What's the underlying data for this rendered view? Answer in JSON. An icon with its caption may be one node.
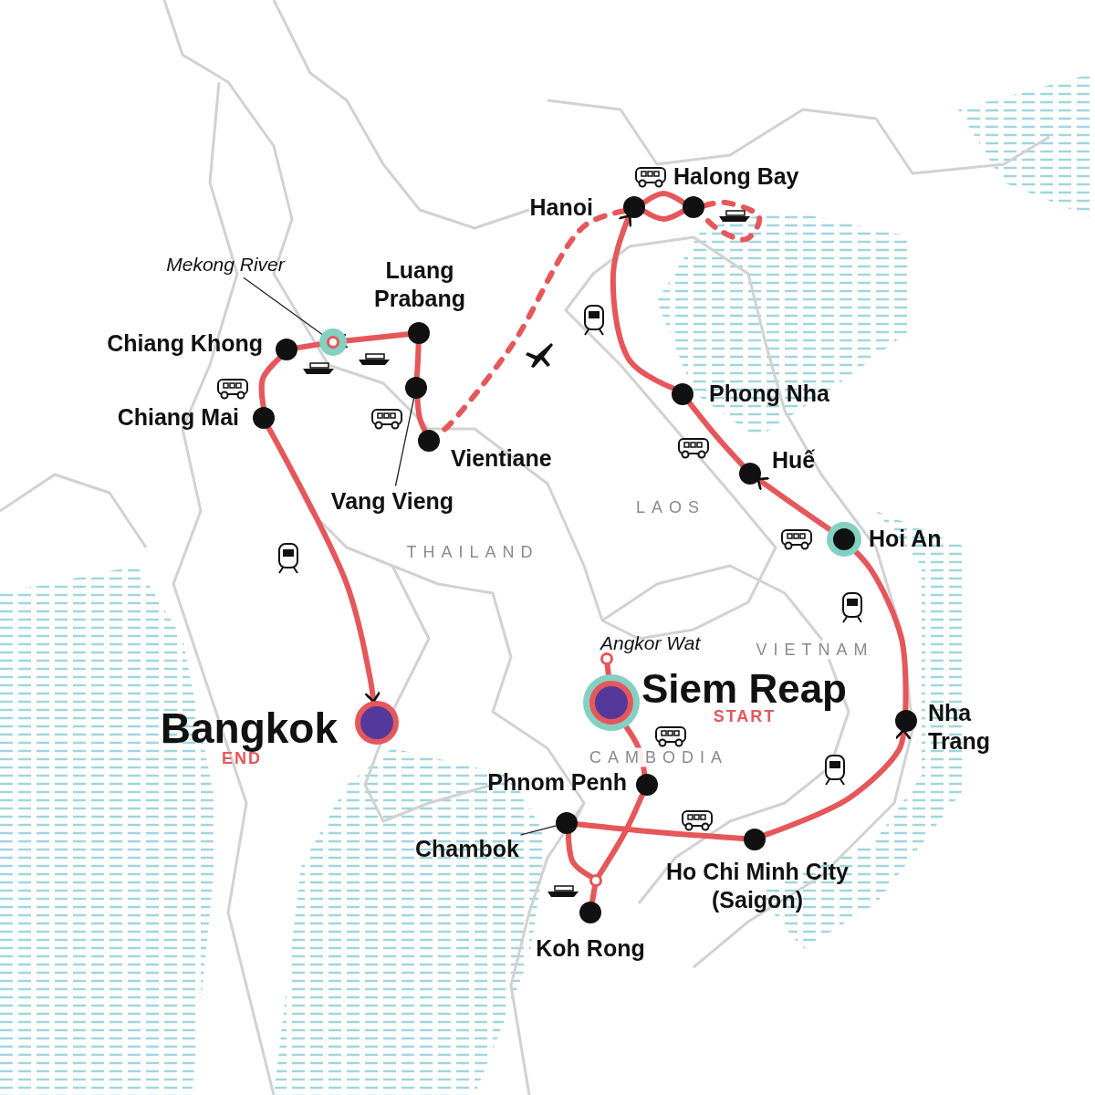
{
  "diagram": {
    "nodes": [
      {
        "text": [
          "Siem Reap"
        ]
      },
      {
        "text": [
          "Angkor Wat"
        ]
      },
      {
        "text": [
          "Phnom Penh"
        ]
      },
      {
        "text": [],
        "shape": "circle"
      },
      {
        "text": [
          "Koh Rong"
        ]
      },
      {
        "text": [],
        "shape": "circle"
      },
      {
        "text": [
          "Chambok"
        ]
      },
      {
        "text": [
          "Ho Chi Minh City (Saigon)"
        ]
      },
      {
        "text": [
          "Nha Trang"
        ]
      },
      {
        "text": [
          "Hoi An"
        ]
      },
      {
        "text": [
          "Huế"
        ]
      },
      {
        "text": [
          "Phong Nha"
        ]
      },
      {
        "text": [
          "Hanoi"
        ]
      },
      {
        "text": [
          "Halong Bay"
        ]
      },
      {
        "text": [
          "Vientiane"
        ]
      },
      {
        "text": [],
        "shape": "circle"
      },
      {
        "text": [
          "Vang Vieng"
        ]
      },
      {
        "text": [
          "Luang Prabang"
        ]
      },
      {
        "text": [],
        "shape": "circle"
      },
      {
        "text": [
          "Mekong River"
        ]
      },
      {
        "text": [
          "Chiang Khong"
        ]
      },
      {
        "text": [
          "Chiang Mai"
        ]
      },
      {
        "text": [
          "Bangkok"
        ]
      }
    ],
    "edges": [
      {
        "from": 0,
        "to": 1,
        "arrow": "none"
      },
      {
        "from": 0,
        "to": 2,
        "arrow": "none"
      },
      {
        "from": 2,
        "to": 3,
        "arrow": "none"
      },
      {
        "from": 3,
        "to": 4,
        "arrow": "none"
      },
      {
        "from": 3,
        "to": 5,
        "arrow": "none"
      },
      {
        "from": 5,
        "to": 7,
        "arrow": "none"
      },
      {
        "from": 7,
        "to": 8,
        "arrow": "to"
      },
      {
        "from": 8,
        "to": 9,
        "arrow": "none"
      },
      {
        "from": 9,
        "to": 10,
        "arrow": "to"
      },
      {
        "from": 10,
        "to": 11,
        "arrow": "none"
      },
      {
        "from": 11,
        "to": 12,
        "arrow": "to"
      },
      {
        "from": 12,
        "to": 13,
        "arrow": "none"
      },
      {
        "from": 13,
        "to": 12,
        "arrow": "none"
      },
      {
        "from": 13,
        "to": 13,
        "arrow": "none",
        "style": "dashed"
      },
      {
        "from": 12,
        "to": 14,
        "arrow": "none",
        "style": "dashed"
      },
      {
        "from": 14,
        "to": 15,
        "arrow": "none"
      },
      {
        "from": 15,
        "to": 17,
        "arrow": "none"
      },
      {
        "from": 17,
        "to": 18,
        "arrow": "to"
      },
      {
        "from": 18,
        "to": 20,
        "arrow": "none"
      },
      {
        "from": 20,
        "to": 21,
        "arrow": "none"
      },
      {
        "from": 21,
        "to": 22,
        "arrow": "to"
      },
      {
        "from": 19,
        "to": 18,
        "arrow": "none",
        "color": "#222222"
      },
      {
        "from": 16,
        "to": 15,
        "arrow": "none",
        "color": "#222222"
      },
      {
        "from": 6,
        "to": 5,
        "arrow": "none",
        "color": "#222222"
      }
    ],
    "labels": [
      "LAOS",
      "THAILAND",
      "VIETNAM",
      "START",
      "END",
      "CAMBODIA"
    ]
  }
}
